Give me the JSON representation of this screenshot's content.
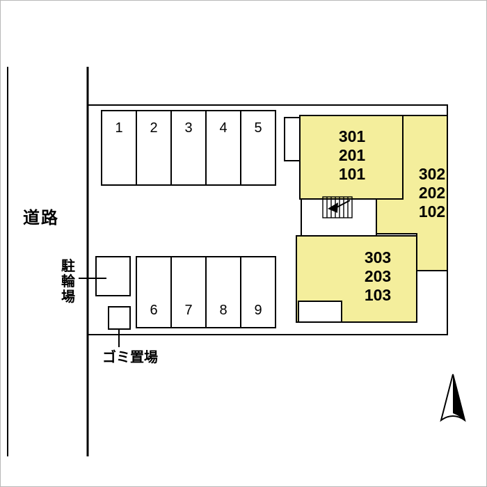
{
  "road": {
    "label": "道路"
  },
  "parking": {
    "top_row": [
      "1",
      "2",
      "3",
      "4",
      "5"
    ],
    "bottom_row": [
      "6",
      "7",
      "8",
      "9"
    ]
  },
  "facilities": {
    "bicycle_parking_label": "駐輪場",
    "garbage_area_label": "ゴミ置場"
  },
  "building": {
    "fill_color": "#f4ee9c",
    "unit_stacks": [
      {
        "lines": [
          "301",
          "201",
          "101"
        ]
      },
      {
        "lines": [
          "302",
          "202",
          "102"
        ]
      },
      {
        "lines": [
          "303",
          "203",
          "103"
        ]
      }
    ]
  },
  "compass": {
    "direction": "north"
  }
}
